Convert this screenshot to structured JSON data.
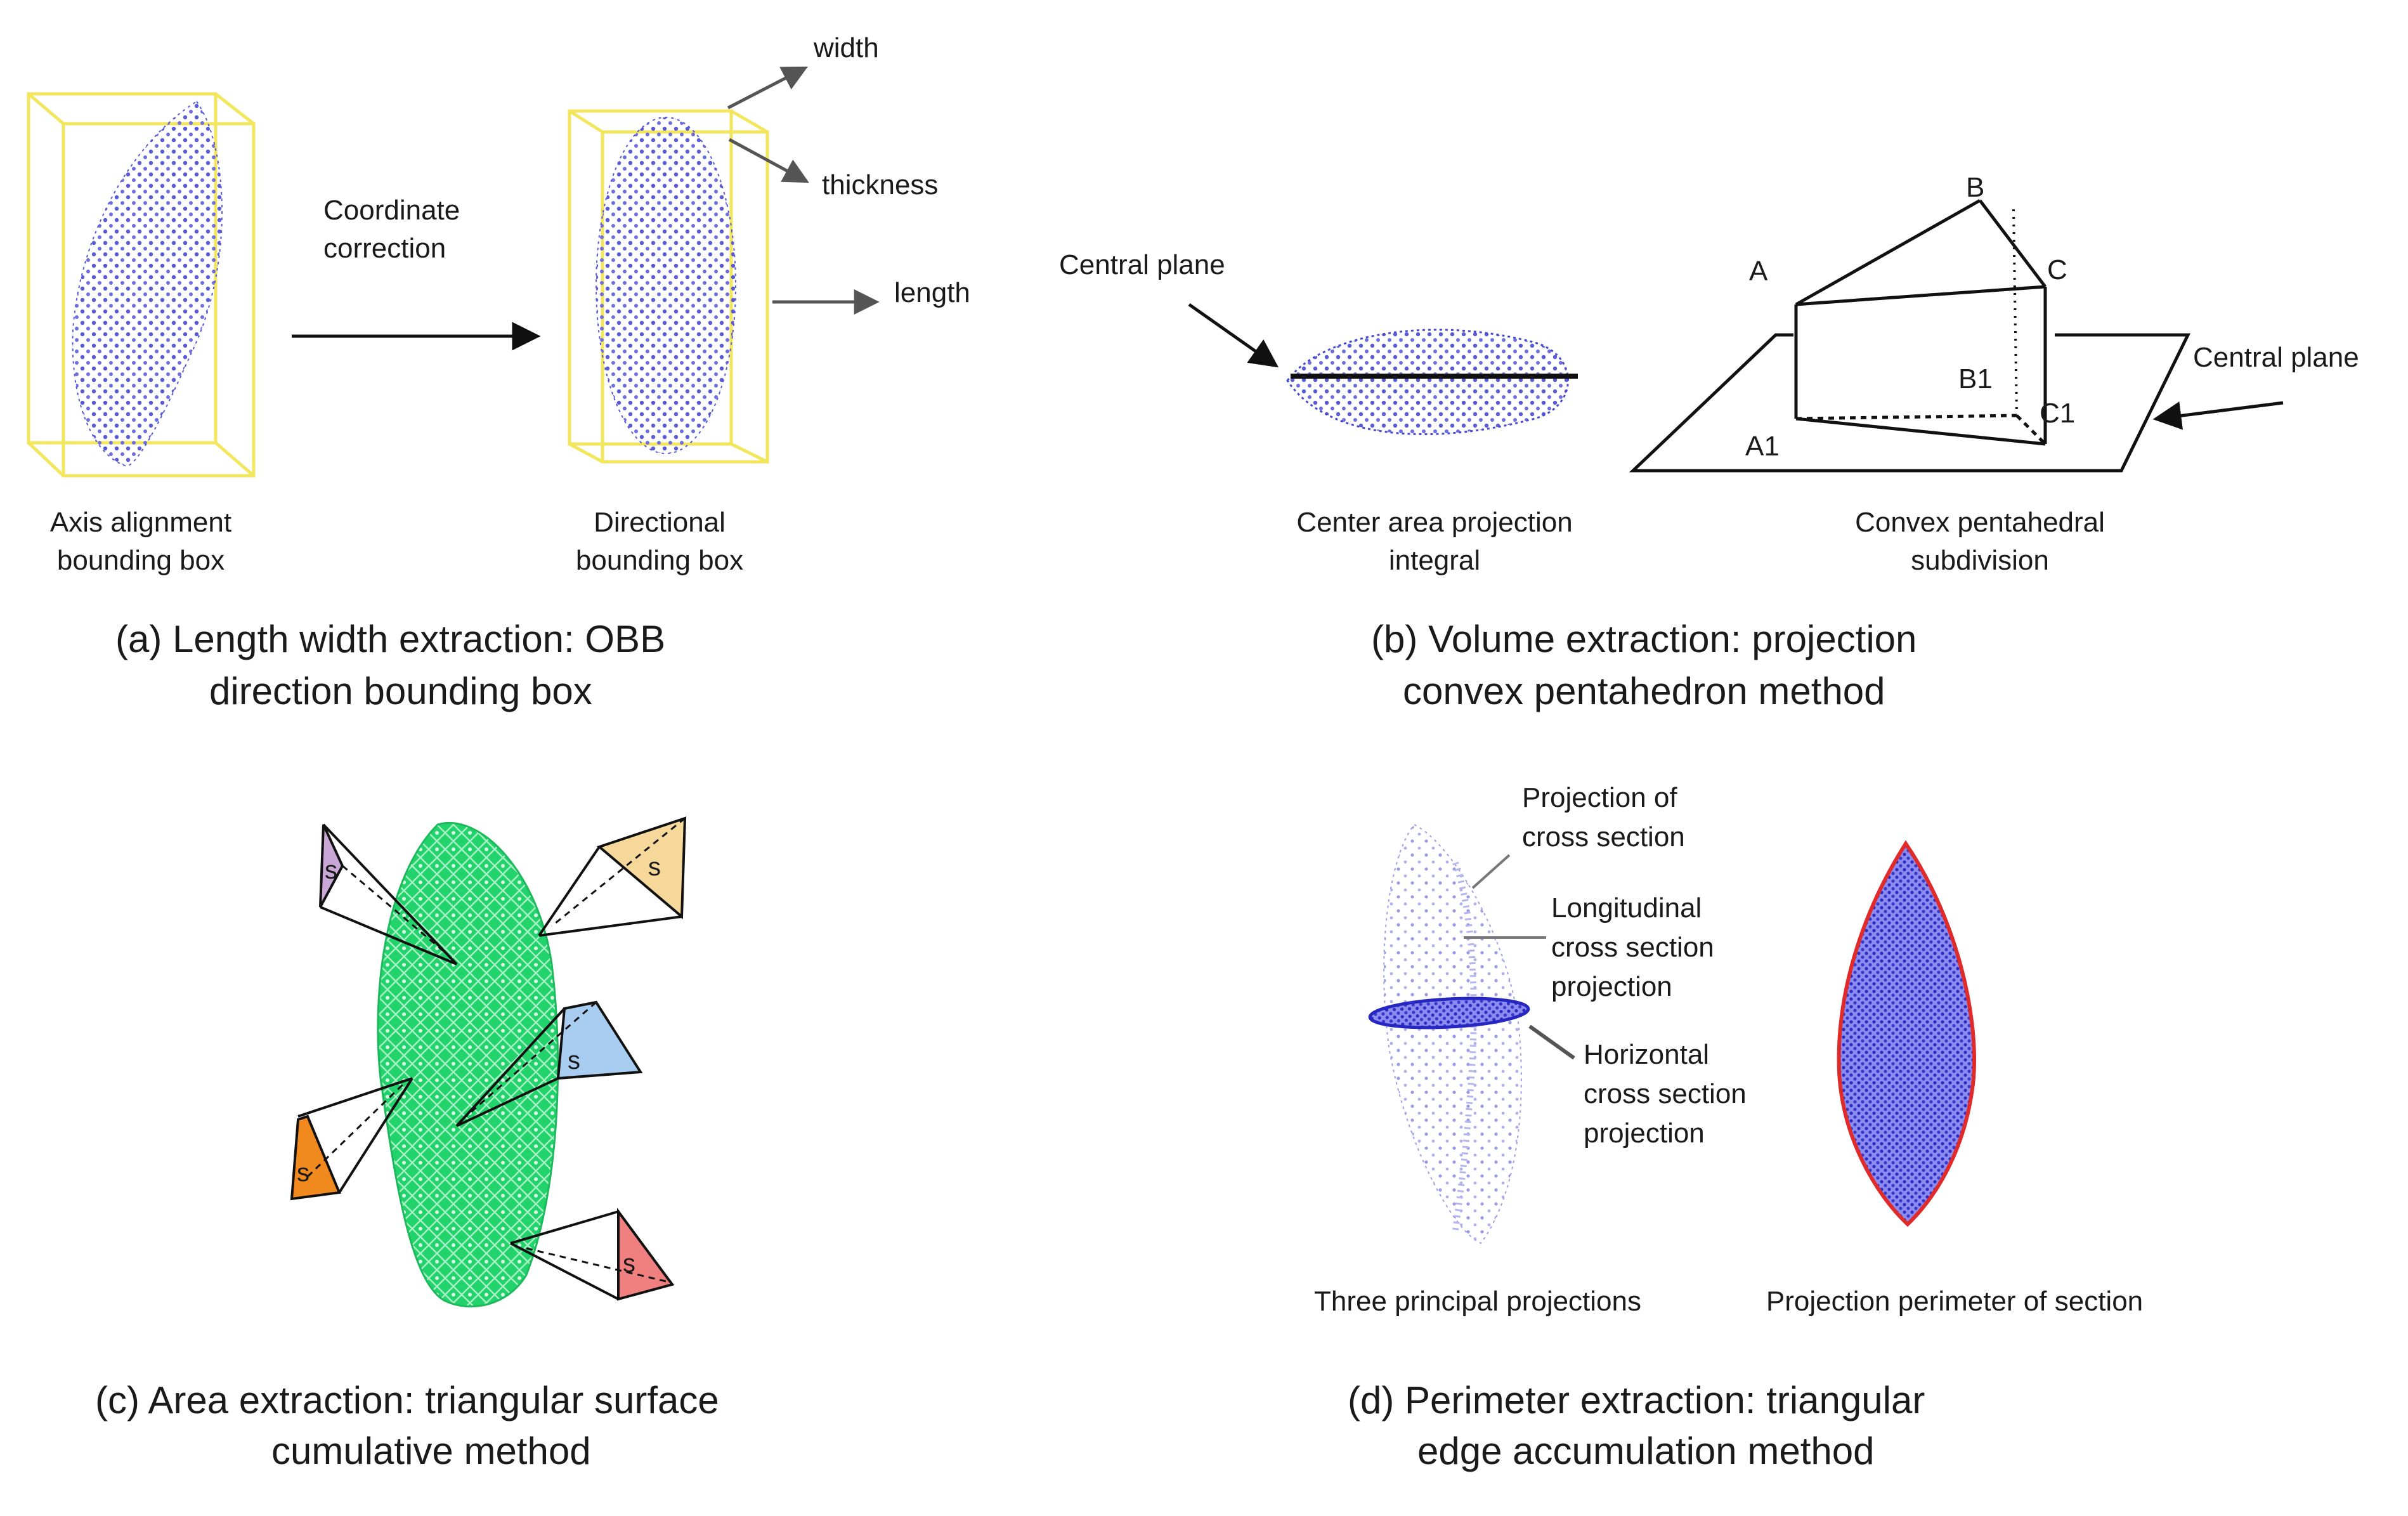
{
  "panel_a": {
    "step_label_line1": "Coordinate",
    "step_label_line2": "correction",
    "axis_width": "width",
    "axis_thickness": "thickness",
    "axis_length": "length",
    "left_caption_line1": "Axis alignment",
    "left_caption_line2": "bounding box",
    "right_caption_line1": "Directional",
    "right_caption_line2": "bounding box",
    "caption_line1": "(a)  Length width extraction: OBB",
    "caption_line2": "direction bounding box"
  },
  "panel_b": {
    "central_plane_left": "Central plane",
    "central_plane_right": "Central plane",
    "vertex_a": "A",
    "vertex_b": "B",
    "vertex_c": "C",
    "vertex_a1": "A1",
    "vertex_b1": "B1",
    "vertex_c1": "C1",
    "left_caption_line1": "Center area projection",
    "left_caption_line2": "integral",
    "right_caption_line1": "Convex pentahedral",
    "right_caption_line2": "subdivision",
    "caption_line1": "(b)  Volume extraction: projection",
    "caption_line2": "convex pentahedron method"
  },
  "panel_c": {
    "tri_label": "s",
    "caption_line1": "(c)  Area extraction: triangular surface",
    "caption_line2": "cumulative method",
    "colors": {
      "mesh": "#22d36b",
      "purple": "#c9a8d8",
      "yellow": "#f6d89a",
      "blue": "#a9cdf0",
      "orange": "#f08a1e",
      "red": "#f08080"
    }
  },
  "panel_d": {
    "label_proj_cross_line1": "Projection of",
    "label_proj_cross_line2": "cross section",
    "label_long_line1": "Longitudinal",
    "label_long_line2": "cross section",
    "label_long_line3": "projection",
    "label_horiz_line1": "Horizontal",
    "label_horiz_line2": "cross section",
    "label_horiz_line3": "projection",
    "left_caption": "Three principal projections",
    "right_caption": "Projection perimeter of section",
    "caption_line1": "(d)  Perimeter extraction: triangular",
    "caption_line2": "edge accumulation method"
  }
}
